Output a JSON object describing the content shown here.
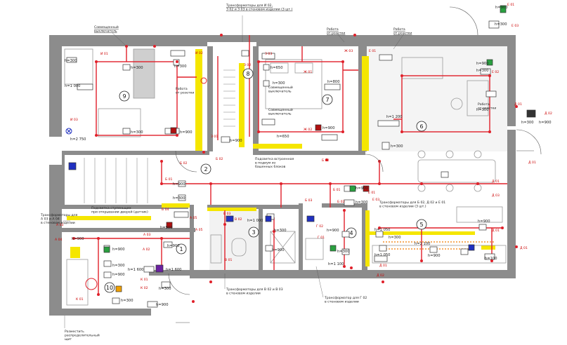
{
  "colors": {
    "wall": "#8c8c8c",
    "wire": "#e0202a",
    "highlight": "#f5e600",
    "socket_border": "#333333",
    "green": "#2aa040",
    "blue": "#2030c0",
    "red_socket": "#b01010",
    "purple": "#6a20a0",
    "orange_wire": "#f07a00"
  },
  "rooms": [
    {
      "id": "room-1",
      "label": "1"
    },
    {
      "id": "room-2",
      "label": "2"
    },
    {
      "id": "room-3",
      "label": "3"
    },
    {
      "id": "room-4",
      "label": "4"
    },
    {
      "id": "room-5",
      "label": "5"
    },
    {
      "id": "room-6",
      "label": "6"
    },
    {
      "id": "room-7",
      "label": "7"
    },
    {
      "id": "room-8",
      "label": "8"
    },
    {
      "id": "room-9",
      "label": "9"
    },
    {
      "id": "room-10",
      "label": "10"
    }
  ],
  "notes": {
    "transformers_top": "Трансформаторы для И 02,\nЗ 02 и З 03 в стеновом изделии (3 шт.)",
    "room9_switch": "Совмещенный\nвыключатель",
    "room9_router": "Работа\nот розетки",
    "room7_router": "Работа\nот розетки",
    "room6_router": "Работа\nот розетки",
    "room7_switch_top": "Совмещенный\nвыключатель",
    "room7_switch_bottom": "Совмещенный\nвыключатель",
    "niche_light": "Подсветка встроенная\nв подиум из\nбашенных блоков",
    "stair_light": "Подсветка ступеньщих\nпри открывании дверей (датчик)",
    "transformers_left": "Трансформаторы для\nА 03 и А 04\nв стеновом изделии",
    "transformers_right": "Трансформаторы для Б 02, Д 02 и Е 01\nв стеновом изделии (3 шт.)",
    "transformers_bottom_mid": "Трансформаторы для В 02 и В 03\nв стеновом изделии",
    "transformers_bottom_right": "Трансформатор для Г 02\nв стеновом изделии",
    "panel": "Разместить\nраспределительный\nщит"
  },
  "heights": {
    "h300": "h=300",
    "h900": "h=900",
    "h1000": "h=1 000",
    "h1050": "h=1 050",
    "h1100": "h=1 100",
    "h1200": "h=1 200",
    "h1600": "h=1 600",
    "h2100": "h=2 100",
    "h650": "h=650",
    "h800": "h=800",
    "h2750": "h=2 750",
    "h100": "h=100"
  },
  "marks": {
    "И01": "И 01",
    "И02": "И 02",
    "И03": "И 03",
    "З01": "З 01",
    "З02": "З 02",
    "З03": "З 03",
    "Ж01": "Ж 01",
    "Ж02": "Ж 02",
    "Ж03": "Ж 03",
    "Е01": "Е 01",
    "Е02": "Е 02",
    "Е03": "Е 03",
    "Д01": "Д 01",
    "Д02": "Д 02",
    "Д03": "Д 03",
    "Б01": "Б 01",
    "Б02": "Б 02",
    "Б03": "Б 03",
    "Б04": "Б 04",
    "А01": "А 01",
    "А02": "А 02",
    "А03": "А 03",
    "А04": "А 04",
    "А05": "А 05",
    "В01": "В 01",
    "В02": "В 02",
    "В03": "В 03",
    "Г01": "Г 01",
    "Г02": "Г 02",
    "К01": "К 01",
    "К02": "К 02"
  }
}
